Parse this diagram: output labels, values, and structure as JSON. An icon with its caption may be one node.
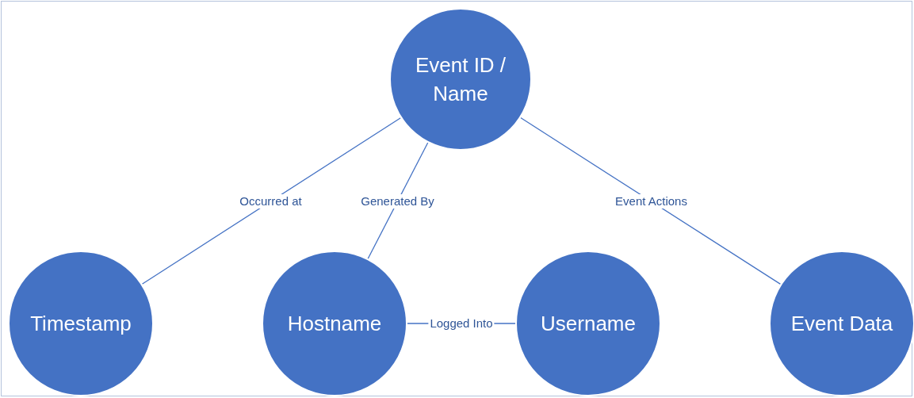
{
  "diagram": {
    "nodes": [
      {
        "text": [
          "Event ID / Name"
        ]
      },
      {
        "text": [
          "Timestamp"
        ]
      },
      {
        "text": [
          "Hostname"
        ]
      },
      {
        "text": [
          "Username"
        ]
      },
      {
        "text": [
          "Event Data"
        ]
      }
    ],
    "edges": [
      {
        "from": 0,
        "to": 1,
        "arrow": "none",
        "label": "Occurred at"
      },
      {
        "from": 0,
        "to": 2,
        "arrow": "none",
        "label": "Generated By"
      },
      {
        "from": 0,
        "to": 4,
        "arrow": "none",
        "label": "Event Actions"
      },
      {
        "from": 2,
        "to": 3,
        "arrow": "none",
        "label": "Logged Into"
      }
    ]
  }
}
